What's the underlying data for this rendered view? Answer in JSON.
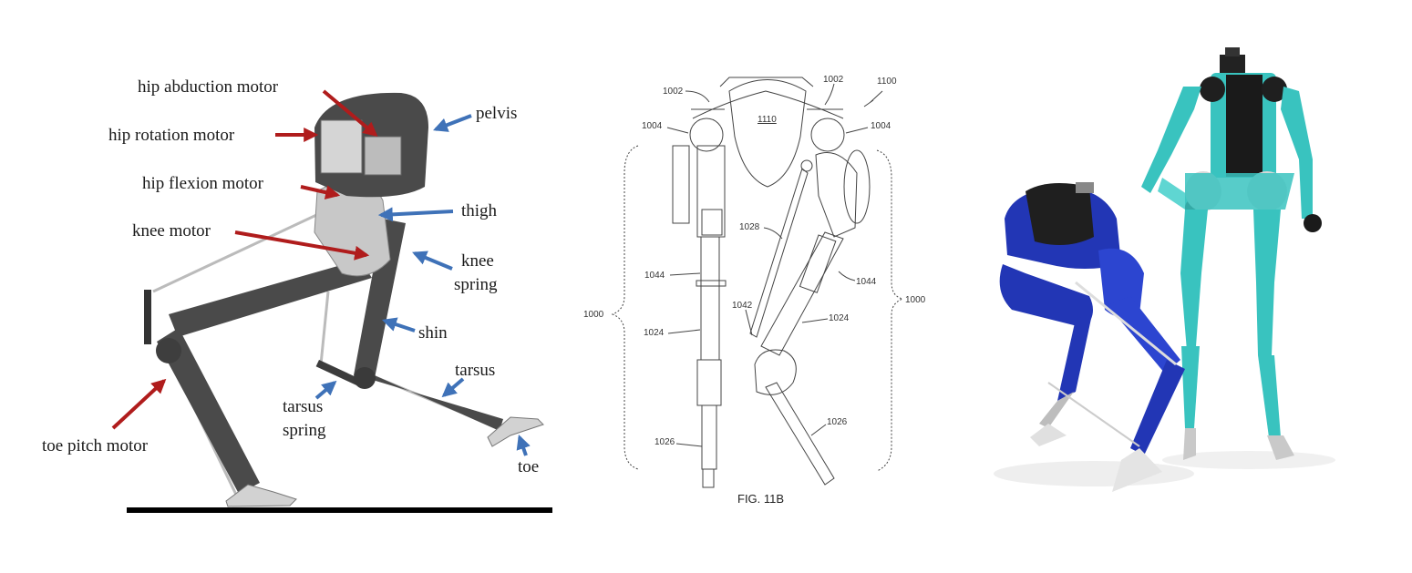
{
  "colors": {
    "motor_arrow": "#b01c1c",
    "part_arrow": "#3f72b8",
    "robot_dark": "#4a4a4a",
    "robot_light": "#c8c8c8",
    "blue_robot": "#2236b5",
    "teal_robot": "#39c3bf"
  },
  "left_panel": {
    "labels": {
      "hip_abduction": "hip abduction motor",
      "hip_rotation": "hip rotation motor",
      "hip_flexion": "hip flexion motor",
      "knee_motor": "knee motor",
      "toe_pitch": "toe pitch motor",
      "pelvis": "pelvis",
      "thigh": "thigh",
      "knee_spring_1": "knee",
      "knee_spring_2": "spring",
      "shin": "shin",
      "tarsus": "tarsus",
      "tarsus_spring_1": "tarsus",
      "tarsus_spring_2": "spring",
      "toe": "toe"
    }
  },
  "middle_panel": {
    "refs": {
      "r1002a": "1002",
      "r1002b": "1002",
      "r1100": "1100",
      "r1110": "1110",
      "r1004a": "1004",
      "r1004b": "1004",
      "r1028": "1028",
      "r1044a": "1044",
      "r1044b": "1044",
      "r1042": "1042",
      "r1000a": "1000",
      "r1000b": "1000",
      "r1024a": "1024",
      "r1024b": "1024",
      "r1026a": "1026",
      "r1026b": "1026"
    },
    "caption": "FIG. 11B"
  }
}
